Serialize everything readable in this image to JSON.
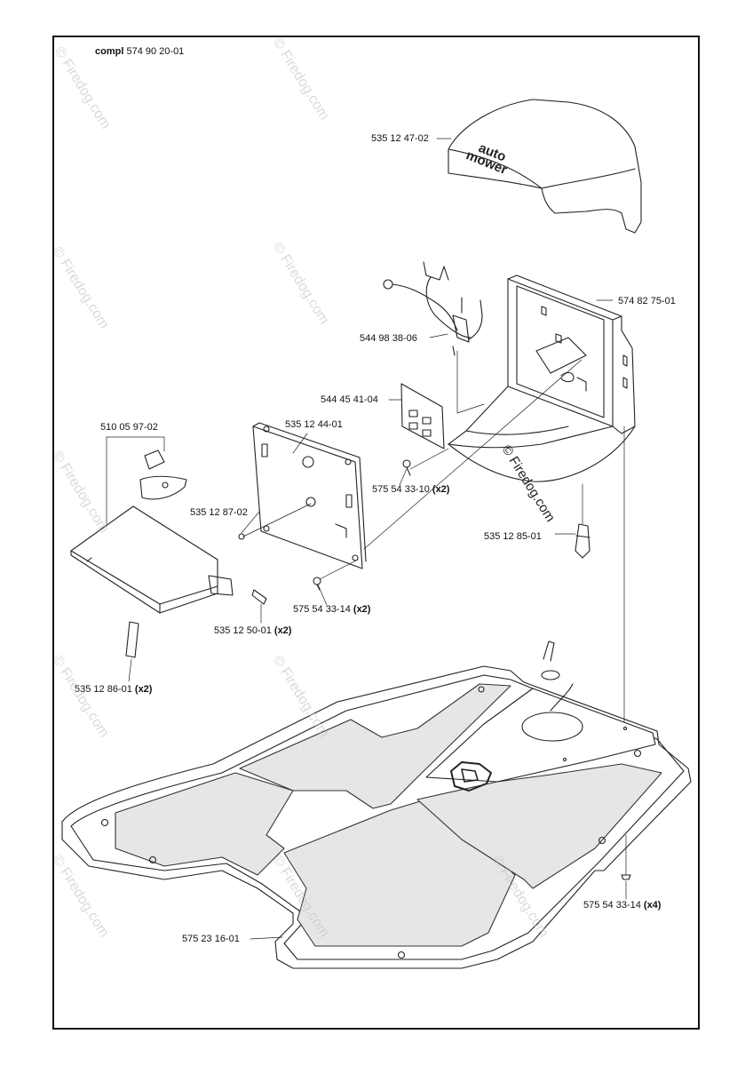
{
  "title": {
    "prefix": "compl",
    "number": "574 90 20-01"
  },
  "watermark": "© Firedog.com",
  "parts": [
    {
      "id": "p-cover",
      "number": "535 12 47-02",
      "qty": ""
    },
    {
      "id": "p-frame",
      "number": "574 82 75-01",
      "qty": ""
    },
    {
      "id": "p-cable",
      "number": "544 98 38-06",
      "qty": ""
    },
    {
      "id": "p-pcb",
      "number": "544 45 41-04",
      "qty": ""
    },
    {
      "id": "p-plate",
      "number": "535 12 44-01",
      "qty": ""
    },
    {
      "id": "p-bracket",
      "number": "510 05 97-02",
      "qty": ""
    },
    {
      "id": "p-screw-a",
      "number": "575 54 33-10",
      "qty": "(x2)"
    },
    {
      "id": "p-pin",
      "number": "535 12 87-02",
      "qty": ""
    },
    {
      "id": "p-fuse",
      "number": "535 12 85-01",
      "qty": ""
    },
    {
      "id": "p-screw-b",
      "number": "575 54 33-14",
      "qty": "(x2)"
    },
    {
      "id": "p-stud",
      "number": "535 12 50-01",
      "qty": "(x2)"
    },
    {
      "id": "p-clip",
      "number": "535 12 86-01",
      "qty": "(x2)"
    },
    {
      "id": "p-screw-c",
      "number": "575 54 33-14",
      "qty": "(x4)"
    },
    {
      "id": "p-base",
      "number": "575 23 16-01",
      "qty": ""
    }
  ],
  "colors": {
    "line": "#222222",
    "watermark": "#bdbdbd",
    "background": "#ffffff"
  },
  "logo_text": [
    "auto",
    "mower"
  ]
}
